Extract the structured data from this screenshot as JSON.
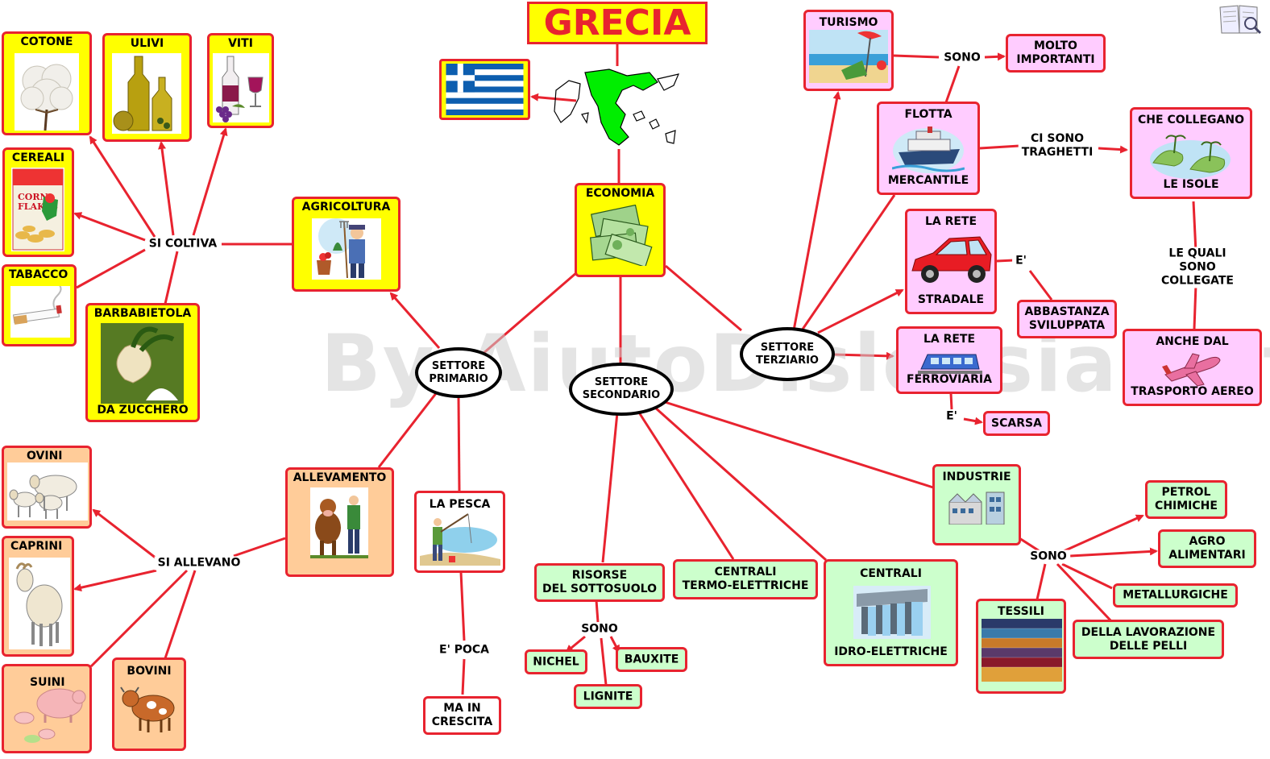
{
  "title": "GRECIA",
  "watermark": "By AiutoDislessia.net",
  "colors": {
    "border": "#e8232f",
    "yellow": "#ffff00",
    "pink": "#ffccff",
    "green": "#ccffcc",
    "orange": "#ffcc99"
  },
  "center": {
    "economia": "ECONOMIA"
  },
  "sectors": {
    "primario": "SETTORE\nPRIMARIO",
    "secondario": "SETTORE\nSECONDARIO",
    "terziario": "SETTORE\nTERZIARIO"
  },
  "primario": {
    "agricoltura": "AGRICOLTURA",
    "si_coltiva": "SI COLTIVA",
    "crops": {
      "cotone": "COTONE",
      "ulivi": "ULIVI",
      "viti": "VITI",
      "cereali": "CEREALI",
      "tabacco": "TABACCO",
      "barbabietola_top": "BARBABIETOLA",
      "barbabietola_bottom": "DA ZUCCHERO"
    },
    "allevamento": "ALLEVAMENTO",
    "si_allevano": "SI ALLEVANO",
    "animals": {
      "ovini": "OVINI",
      "caprini": "CAPRINI",
      "suini": "SUINI",
      "bovini": "BOVINI"
    },
    "pesca": "LA PESCA",
    "e_poca": "E' POCA",
    "ma_in_crescita": "MA IN\nCRESCITA"
  },
  "secondario": {
    "risorse": "RISORSE\nDEL SOTTOSUOLO",
    "sono": "SONO",
    "nichel": "NICHEL",
    "bauxite": "BAUXITE",
    "lignite": "LIGNITE",
    "termo": "CENTRALI\nTERMO-ELETTRICHE",
    "idro_top": "CENTRALI",
    "idro_bottom": "IDRO-ELETTRICHE",
    "industrie": "INDUSTRIE",
    "sono_ind": "SONO",
    "petrolchimiche": "PETROL\nCHIMICHE",
    "agroalimentari": "AGRO\nALIMENTARI",
    "metallurgiche": "METALLURGICHE",
    "pelli": "DELLA LAVORAZIONE\nDELLE PELLI",
    "tessili": "TESSILI"
  },
  "terziario": {
    "turismo": "TURISMO",
    "sono": "SONO",
    "molto_importanti": "MOLTO\nIMPORTANTI",
    "flotta_top": "FLOTTA",
    "flotta_bottom": "MERCANTILE",
    "ci_sono_traghetti": "CI SONO\nTRAGHETTI",
    "isole_top": "CHE COLLEGANO",
    "isole_bottom": "LE ISOLE",
    "le_quali": "LE QUALI\nSONO COLLEGATE",
    "aereo_top": "ANCHE DAL",
    "aereo_bottom": "TRASPORTO AEREO",
    "stradale_top": "LA RETE",
    "stradale_bottom": "STRADALE",
    "e1": "E'",
    "abbastanza": "ABBASTANZA\nSVILUPPATA",
    "ferro_top": "LA RETE",
    "ferro_bottom": "FERROVIARIA",
    "e2": "E'",
    "scarsa": "SCARSA"
  },
  "icons": [
    "greek-flag-icon",
    "greece-map-icon",
    "money-icon",
    "farmer-icon",
    "cotton-icon",
    "olive-oil-icon",
    "wine-icon",
    "cereal-box-icon",
    "cigarette-icon",
    "sugar-beet-icon",
    "cow-farmer-icon",
    "sheep-icon",
    "goat-icon",
    "pig-icon",
    "cow-icon",
    "fisherman-icon",
    "beach-icon",
    "ship-icon",
    "islands-icon",
    "airplane-icon",
    "car-icon",
    "train-icon",
    "factory-icon",
    "dam-icon",
    "fabrics-icon",
    "book-icon"
  ]
}
